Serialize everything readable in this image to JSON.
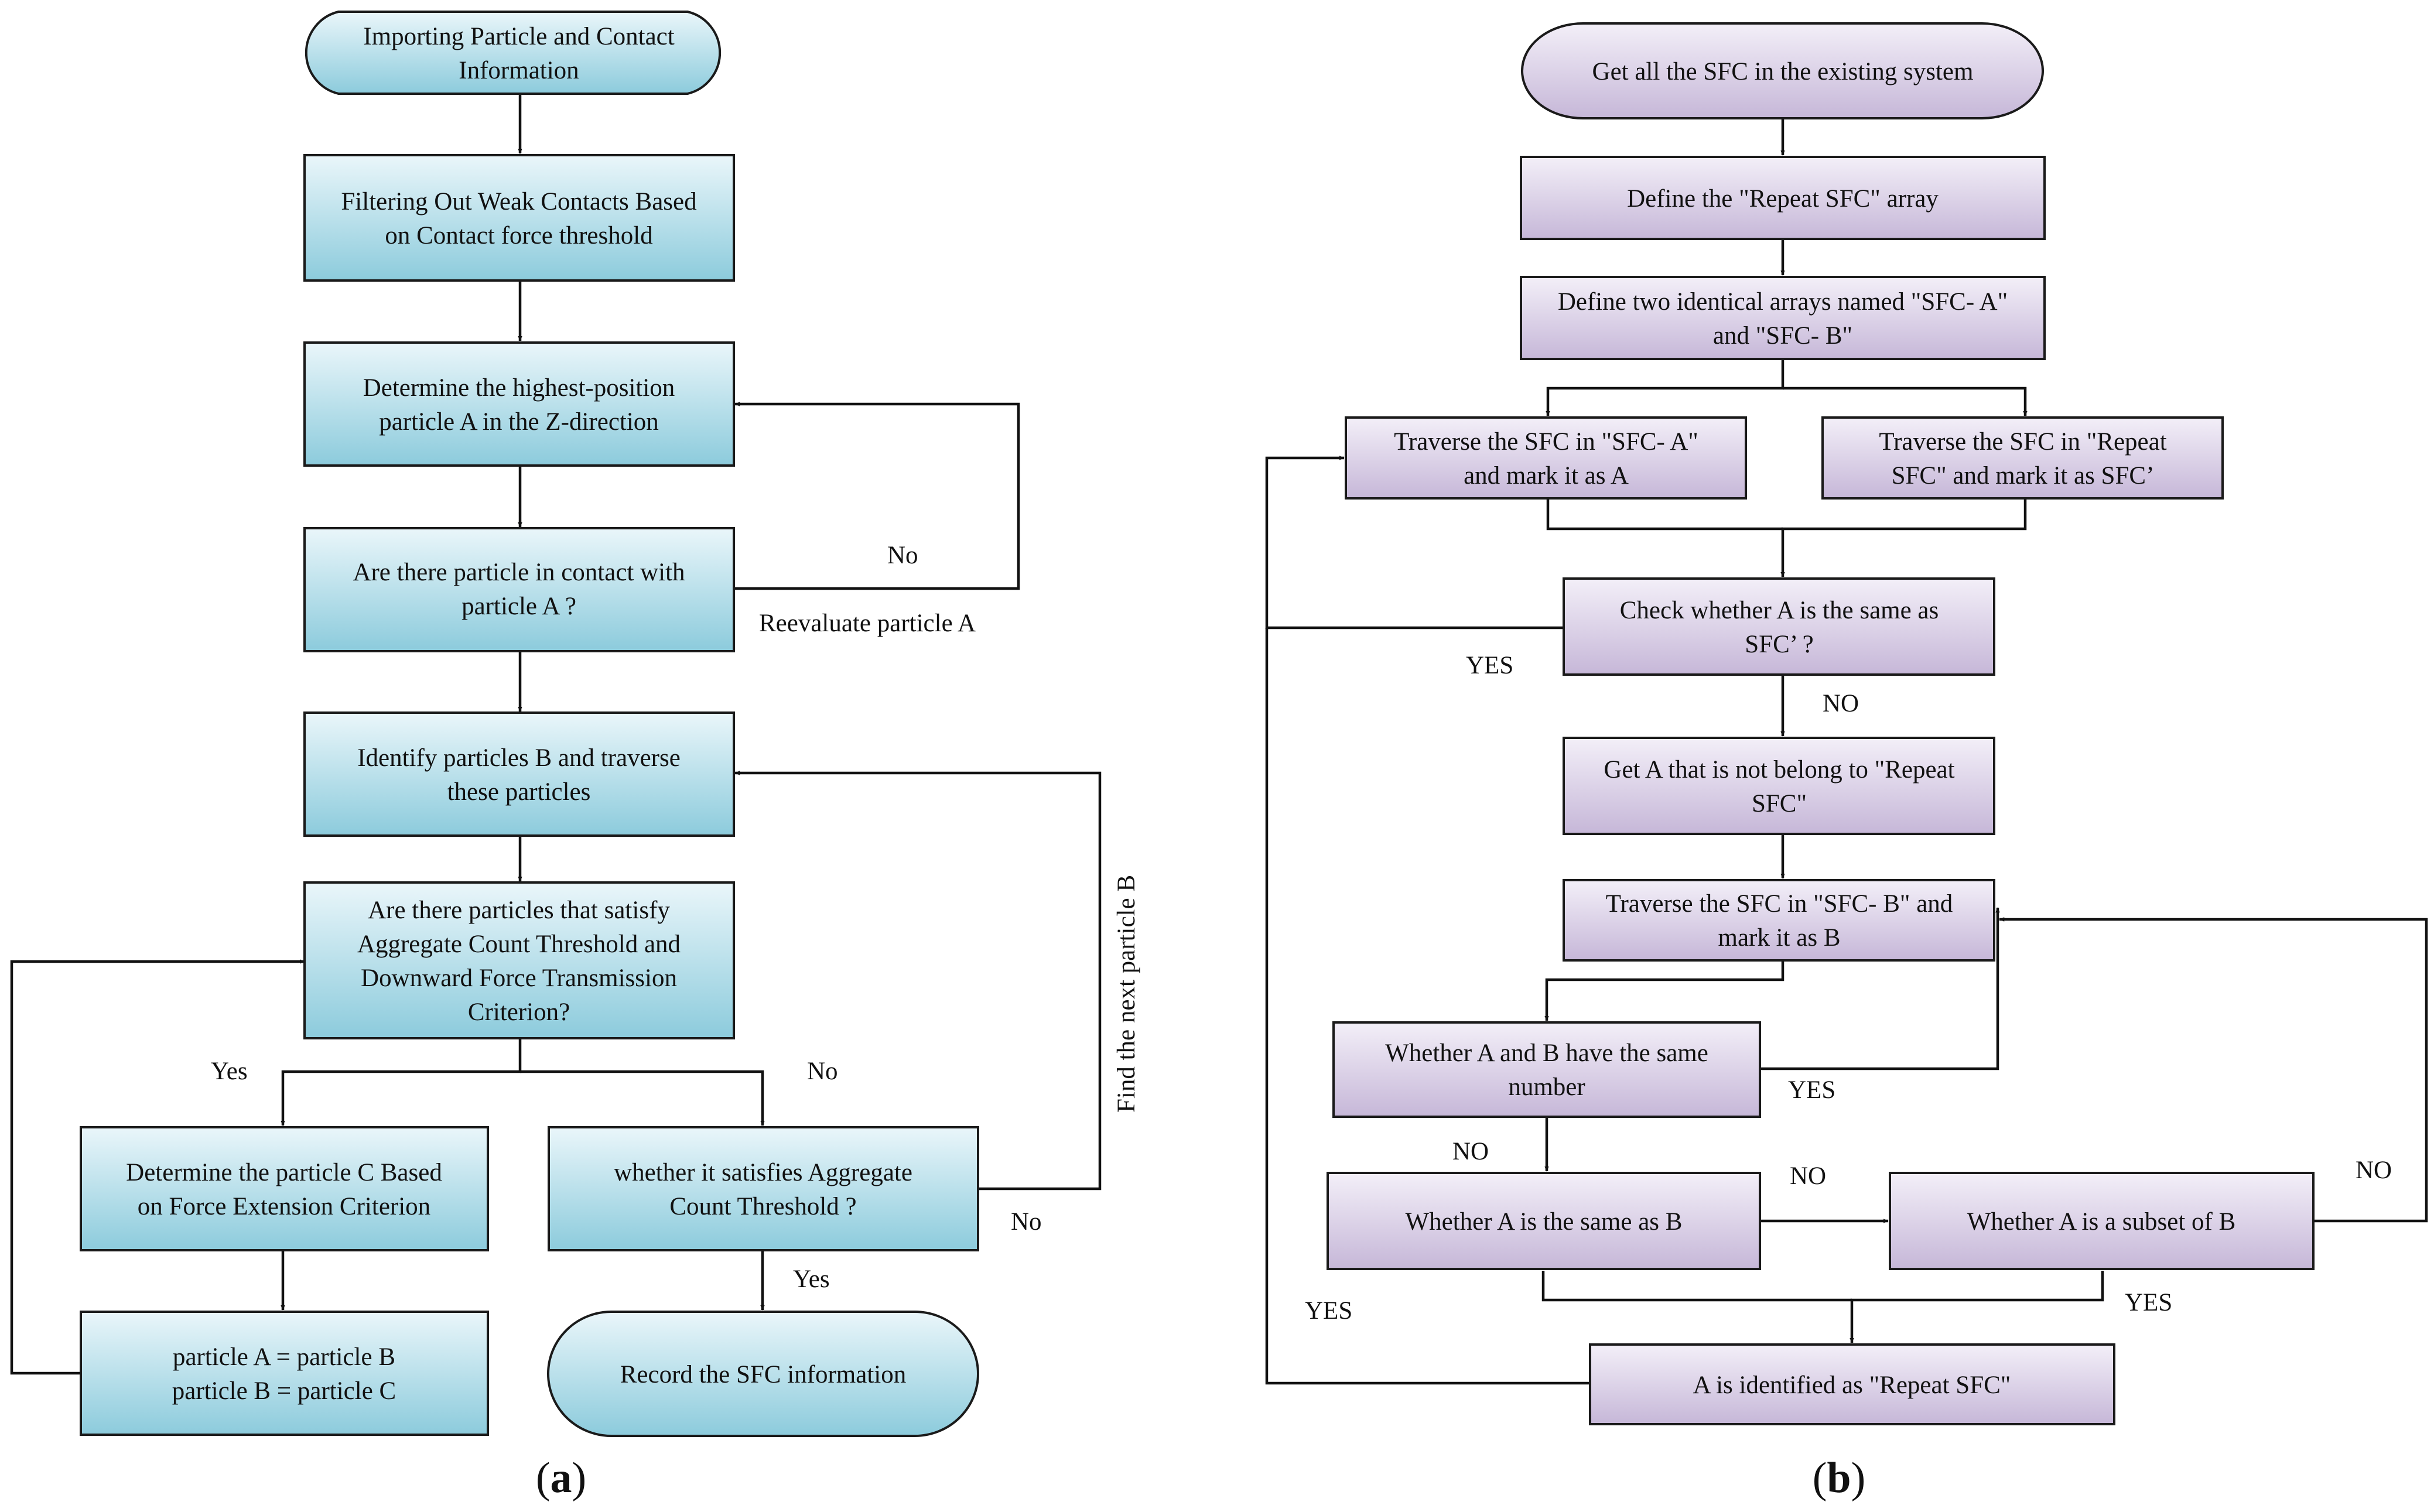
{
  "colors": {
    "blue_top": "#eaf6fa",
    "blue_bottom": "#8ccbdc",
    "purple_top": "#f3eff8",
    "purple_bottom": "#c6b7d8",
    "stroke": "#1a1a1a"
  },
  "panel_a": {
    "caption_letter": "a",
    "caption_open": "(",
    "caption_close": ")",
    "nodes": {
      "a_start": [
        "Importing Particle and  Contact",
        "Information"
      ],
      "a_filter": [
        "Filtering Out Weak Contacts Based",
        "on Contact force threshold"
      ],
      "a_highest": [
        "Determine the highest-position",
        "particle A in the Z-direction"
      ],
      "a_contact_q": [
        "Are there particle in contact with",
        "particle A ?"
      ],
      "a_identify_b": [
        "Identify particles B and traverse",
        "these particles"
      ],
      "a_criteria_q": [
        "Are there particles that satisfy",
        "Aggregate Count Threshold and",
        "Downward Force Transmission",
        "Criterion?"
      ],
      "a_particle_c": [
        "Determine the particle C Based",
        "on Force Extension Criterion"
      ],
      "a_count_q": [
        "whether it satisfies Aggregate",
        "Count Threshold ?"
      ],
      "a_assign": [
        "particle A = particle B",
        "particle B = particle C"
      ],
      "a_record": [
        "Record the SFC information"
      ]
    },
    "labels": {
      "no_reeval": "No",
      "reevaluate": "Reevaluate particle A",
      "yes_split": "Yes",
      "no_split": "No",
      "find_next": "Find the next particle B",
      "no_count": "No",
      "yes_record": "Yes"
    }
  },
  "panel_b": {
    "caption_letter": "b",
    "caption_open": "(",
    "caption_close": ")",
    "nodes": {
      "b_start": [
        "Get all the SFC in the existing system"
      ],
      "b_define_repeat": [
        "Define the \"Repeat SFC\" array"
      ],
      "b_define_two": [
        "Define two identical arrays named \"SFC- A\"",
        "and \"SFC- B\""
      ],
      "b_traverse_a": [
        "Traverse the SFC in \"SFC- A\"",
        "and mark it as A"
      ],
      "b_traverse_repeat": [
        "Traverse the SFC in \"Repeat",
        "SFC\" and mark it as SFC’"
      ],
      "b_check_same": [
        "Check whether A is the same as",
        "SFC’ ?"
      ],
      "b_get_a": [
        "Get A that is not belong to \"Repeat",
        "SFC\""
      ],
      "b_traverse_b": [
        "Traverse the SFC in \"SFC- B\" and",
        "mark it as B"
      ],
      "b_same_number": [
        "Whether A and B have the same",
        "number"
      ],
      "b_same_as_b": [
        "Whether A is the same as B"
      ],
      "b_subset": [
        "Whether A is a subset of B"
      ],
      "b_repeat": [
        "A is identified as \"Repeat SFC\""
      ]
    },
    "labels": {
      "yes_check": "YES",
      "no_check": "NO",
      "yes_number": "YES",
      "no_number": "NO",
      "no_same": "NO",
      "no_subset": "NO",
      "yes_same": "YES",
      "yes_subset": "YES"
    }
  }
}
